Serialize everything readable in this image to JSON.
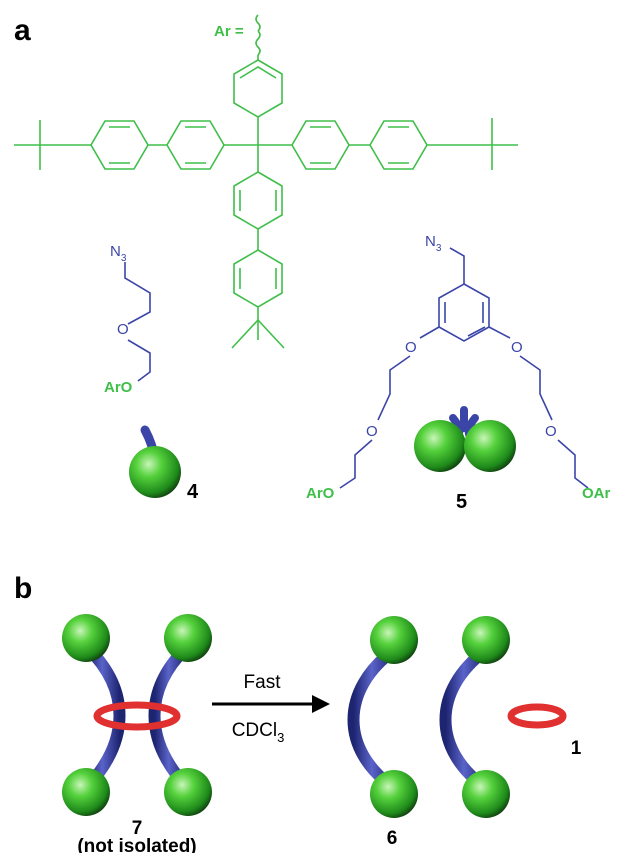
{
  "panel_a": {
    "label": "a",
    "ar_label": "Ar =",
    "compound4": {
      "n3": "N",
      "n3_sub": "3",
      "o": "O",
      "aro": "ArO",
      "number": "4"
    },
    "compound5": {
      "n3": "N",
      "n3_sub": "3",
      "o_left": "O",
      "o_right": "O",
      "o_low_left": "O",
      "o_low_right": "O",
      "aro": "ArO",
      "oar": "OAr",
      "number": "5"
    }
  },
  "panel_b": {
    "label": "b",
    "complex_number": "7",
    "complex_note": "(not isolated)",
    "arrow_top": "Fast",
    "arrow_bottom_main": "CDCl",
    "arrow_bottom_sub": "3",
    "axle_number": "6",
    "ring_number": "1"
  },
  "colors": {
    "ar_green": "#3fbf4a",
    "linker_blue": "#3b45a8",
    "ring_red": "#e0302f",
    "sphere_green": "#3fbf3f"
  }
}
